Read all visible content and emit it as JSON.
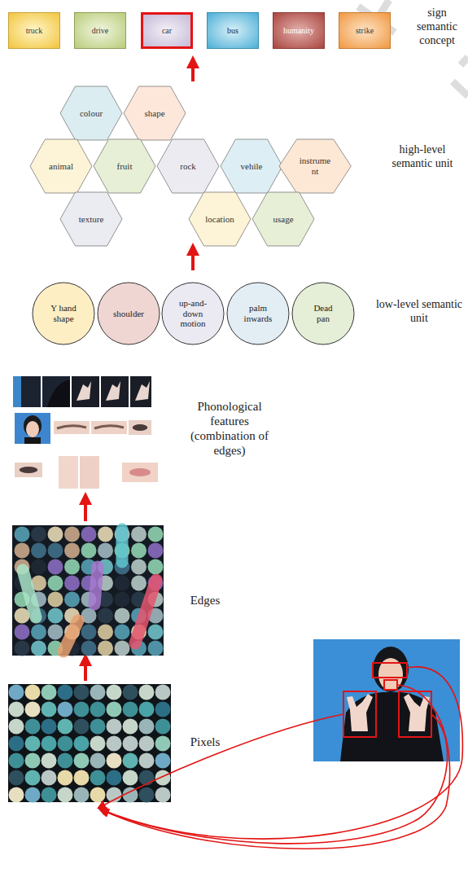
{
  "diagram": {
    "nodes": [
      {
        "text": [
          "truck"
        ]
      },
      {
        "text": [
          "drive"
        ]
      },
      {
        "text": [
          "car"
        ]
      },
      {
        "text": [
          "bus"
        ]
      },
      {
        "text": [
          "humanity"
        ]
      },
      {
        "text": [
          "strike"
        ]
      },
      {
        "text": [
          "colour"
        ]
      },
      {
        "text": [
          "shape"
        ]
      },
      {
        "text": [
          "animal"
        ]
      },
      {
        "text": [
          "fruit"
        ]
      },
      {
        "text": [
          "rock"
        ]
      },
      {
        "text": [
          "vehile"
        ]
      },
      {
        "text": [
          "instrume nt"
        ]
      },
      {
        "text": [
          "texture"
        ]
      },
      {
        "text": [
          "location"
        ]
      },
      {
        "text": [
          "usage"
        ]
      },
      {
        "text": [
          "Y hand shape"
        ]
      },
      {
        "text": [
          "shoulder"
        ]
      },
      {
        "text": [
          "up-and-down motion"
        ]
      },
      {
        "text": [
          "palm inwards"
        ]
      },
      {
        "text": [
          "Dead pan"
        ]
      }
    ],
    "labels": [
      "sign semantic concept",
      "high-level semantic unit",
      "low-level semantic unit",
      "Phonological features (combination of edges)",
      "Edges",
      "Pixels"
    ]
  }
}
